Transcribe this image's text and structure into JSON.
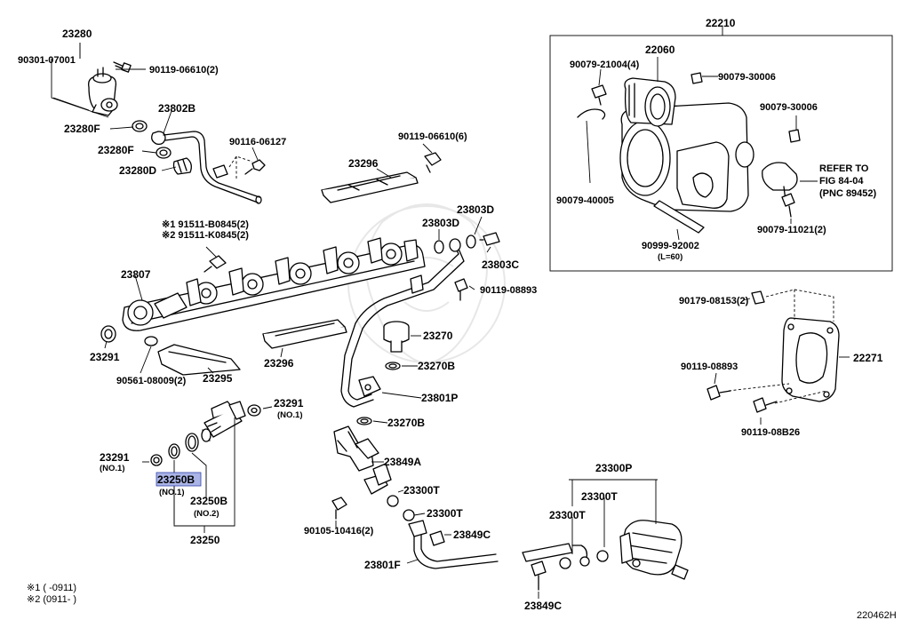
{
  "callouts": {
    "c23280": "23280",
    "c90301_07001": "90301-07001",
    "c90119_06610_2": "90119-06610(2)",
    "c23280F_a": "23280F",
    "c23802B": "23802B",
    "c23280F_b": "23280F",
    "c90116_06127": "90116-06127",
    "c23280D": "23280D",
    "c23296_top": "23296",
    "c90119_06610_6": "90119-06610(6)",
    "c91511_b0845": "※1  91511-B0845(2)",
    "c91511_k0845": "※2  91511-K0845(2)",
    "c23803D_a": "23803D",
    "c23803D_b": "23803D",
    "c23803C": "23803C",
    "c23807": "23807",
    "c90119_08893_mid": "90119-08893",
    "c23291_left": "23291",
    "c23270": "23270",
    "c23296_bot": "23296",
    "c90561_08009": "90561-08009(2)",
    "c23295": "23295",
    "c23270B_a": "23270B",
    "c23801P": "23801P",
    "c23291_no1": "23291",
    "no1_a": "(NO.1)",
    "c23270B_b": "23270B",
    "c23291_left2": "23291",
    "no1_b": "(NO.1)",
    "c23849A": "23849A",
    "c23250B_no1": "23250B",
    "no1_c": "(NO.1)",
    "c23250B_no2": "23250B",
    "no2": "(NO.2)",
    "c23300T_a": "23300T",
    "c90105_10416": "90105-10416(2)",
    "c23300T_b": "23300T",
    "c23849C_a": "23849C",
    "c23250": "23250",
    "c23801F": "23801F",
    "c23849C_b": "23849C",
    "c22210": "22210",
    "c22060": "22060",
    "c90079_21004": "90079-21004(4)",
    "c90079_30006_a": "90079-30006",
    "c90079_30006_b": "90079-30006",
    "refer_1": "REFER TO",
    "refer_2": "FIG 84-04",
    "refer_3": "(PNC 89452)",
    "c90079_40005": "90079-40005",
    "c90079_11021": "90079-11021(2)",
    "c90999_92002": "90999-92002",
    "len60": "(L=60)",
    "c90179_08153": "90179-08153(2)",
    "c22271": "22271",
    "c90119_08893_r": "90119-08893",
    "c90119_08B26": "90119-08B26",
    "c23300P": "23300P",
    "c23300T_c": "23300T",
    "c23300T_d": "23300T"
  },
  "footnotes": {
    "note1": "※1 (      -0911)",
    "note2": "※2 (0911-      )"
  },
  "diagram_id": "220462H",
  "highlight": {
    "part": "23250B",
    "color": "#aab4e6"
  }
}
